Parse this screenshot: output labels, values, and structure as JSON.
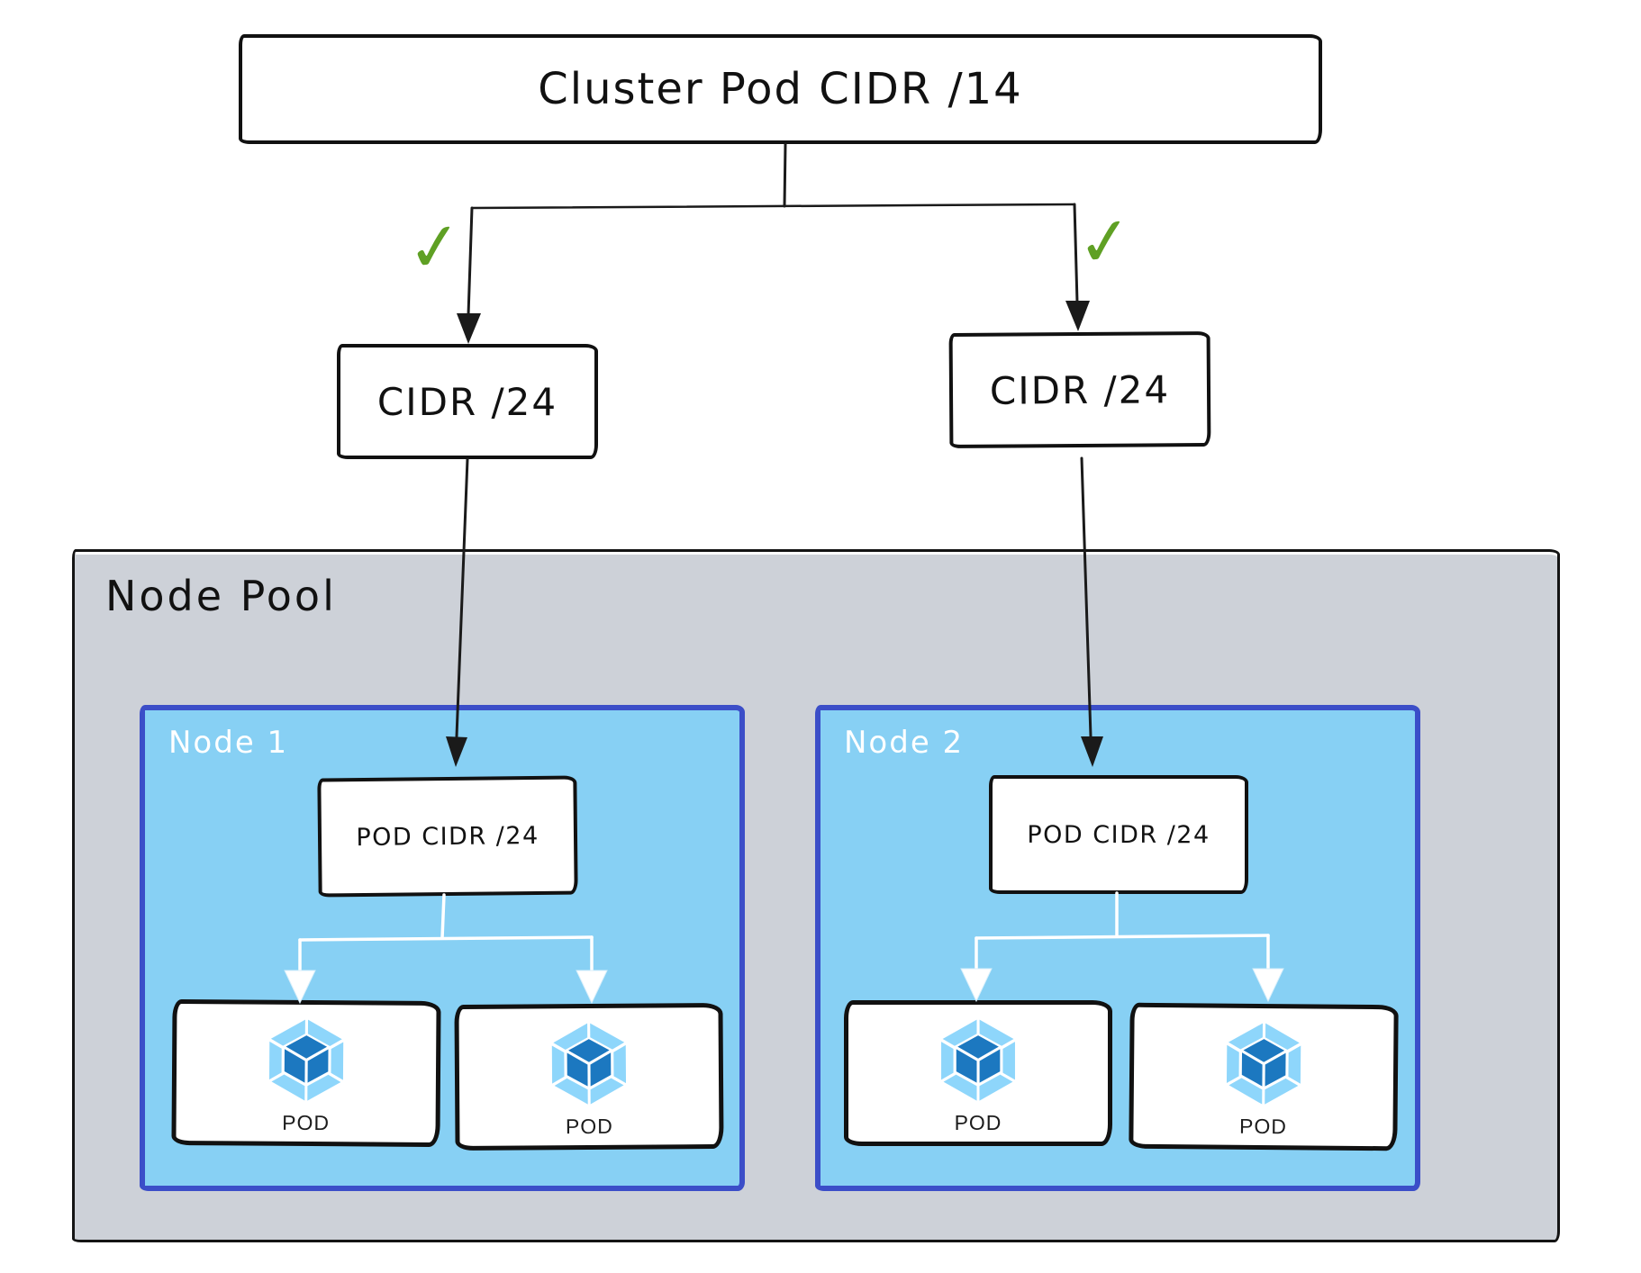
{
  "title_box": {
    "label": "Cluster Pod CIDR /14"
  },
  "checkmark": {
    "glyph": "✓",
    "color": "#5FA024"
  },
  "cidr_boxes": {
    "left": "CIDR /24",
    "right": "CIDR /24"
  },
  "node_pool": {
    "label": "Node Pool",
    "nodes": [
      {
        "label": "Node 1",
        "pod_cidr_label": "POD CIDR /24",
        "pods": [
          {
            "label": "POD",
            "icon": "webpack-cube-icon"
          },
          {
            "label": "POD",
            "icon": "webpack-cube-icon"
          }
        ]
      },
      {
        "label": "Node 2",
        "pod_cidr_label": "POD CIDR /24",
        "pods": [
          {
            "label": "POD",
            "icon": "webpack-cube-icon"
          },
          {
            "label": "POD",
            "icon": "webpack-cube-icon"
          }
        ]
      }
    ]
  },
  "colors": {
    "node_fill": "#87D0F4",
    "node_border": "#3B4EC8",
    "pool_fill": "#CDD1D8",
    "box_border": "#111111",
    "webpack_light": "#8ED6FB",
    "webpack_dark": "#1C78C0",
    "check_green": "#5FA024",
    "connector_black": "#1A1A1A",
    "connector_white": "#FFFFFF"
  }
}
